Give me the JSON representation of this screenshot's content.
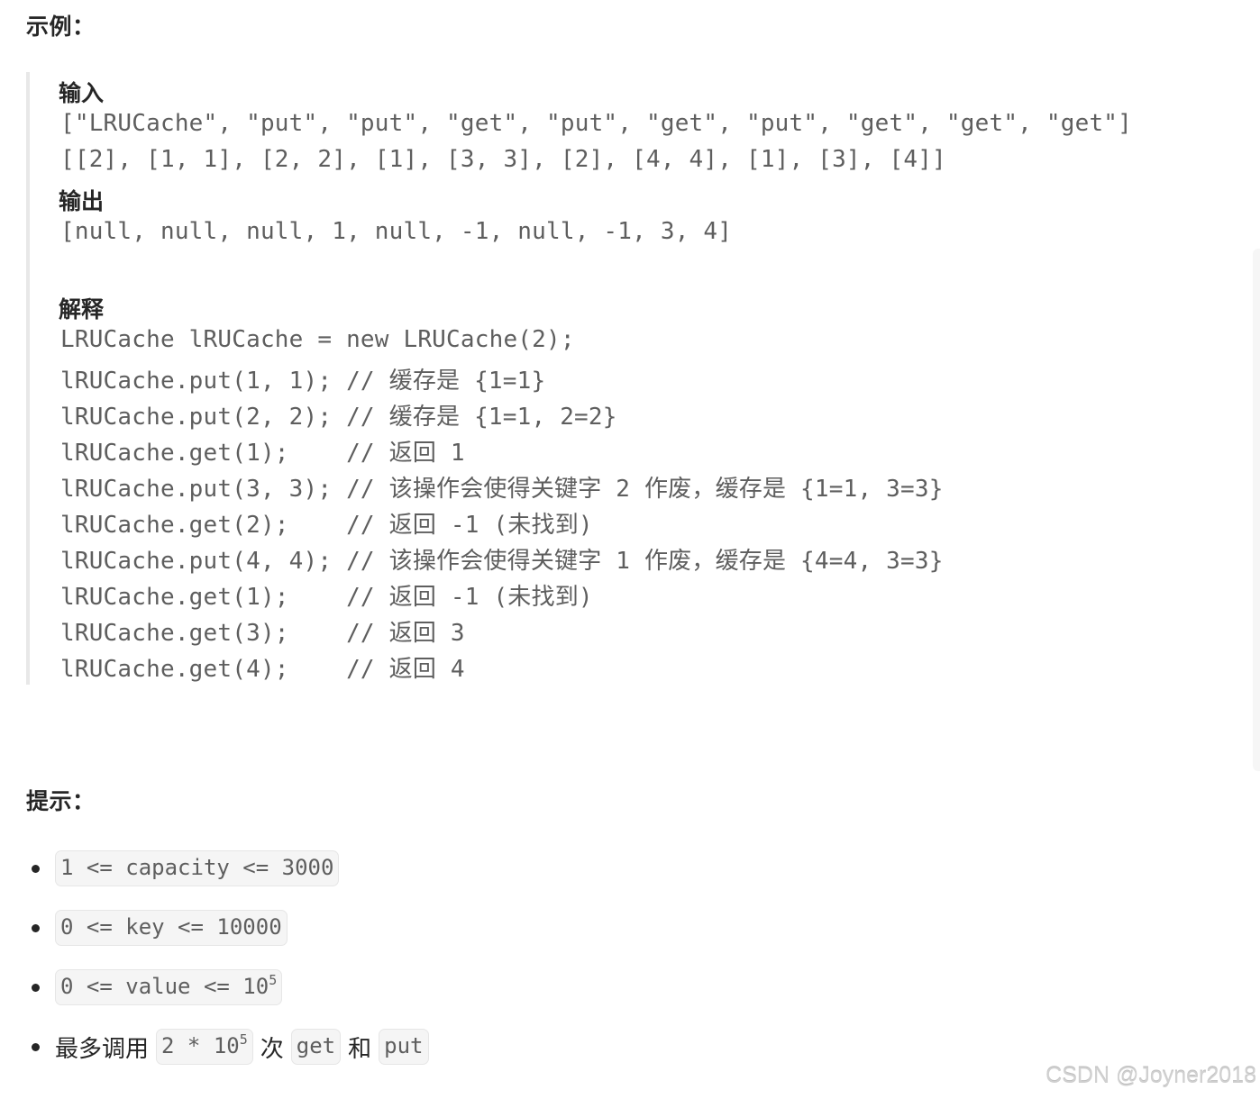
{
  "example": {
    "heading": "示例：",
    "input_label": "输入",
    "input_lines": [
      "[\"LRUCache\", \"put\", \"put\", \"get\", \"put\", \"get\", \"put\", \"get\", \"get\", \"get\"]",
      "[[2], [1, 1], [2, 2], [1], [3, 3], [2], [4, 4], [1], [3], [4]]"
    ],
    "output_label": "输出",
    "output_line": "[null, null, null, 1, null, -1, null, -1, 3, 4]",
    "explain_label": "解释",
    "explain_lines": [
      "LRUCache lRUCache = new LRUCache(2);",
      "lRUCache.put(1, 1); // 缓存是 {1=1}",
      "lRUCache.put(2, 2); // 缓存是 {1=1, 2=2}",
      "lRUCache.get(1);    // 返回 1",
      "lRUCache.put(3, 3); // 该操作会使得关键字 2 作废，缓存是 {1=1, 3=3}",
      "lRUCache.get(2);    // 返回 -1 (未找到)",
      "lRUCache.put(4, 4); // 该操作会使得关键字 1 作废，缓存是 {4=4, 3=3}",
      "lRUCache.get(1);    // 返回 -1 (未找到)",
      "lRUCache.get(3);    // 返回 3",
      "lRUCache.get(4);    // 返回 4"
    ]
  },
  "hints": {
    "heading": "提示：",
    "items": [
      {
        "code": "1 <= capacity <= 3000"
      },
      {
        "code": "0 <= key <= 10000"
      },
      {
        "code_base": "0 <= value <= 10",
        "code_sup": "5"
      },
      {
        "text_before": "最多调用",
        "code_base": "2 * 10",
        "code_sup": "5",
        "text_mid": "次",
        "code_get": "get",
        "text_and": "和",
        "code_put": "put"
      }
    ]
  },
  "watermark": "CSDN @Joyner2018"
}
